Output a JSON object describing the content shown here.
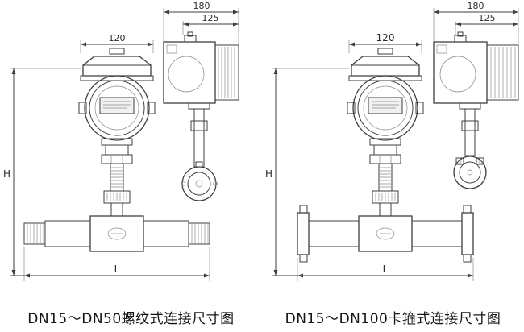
{
  "figures": {
    "left": {
      "caption": "DN15～DN50螺纹式连接尺寸图",
      "dim_main_width": "120",
      "dim_side_width": "180",
      "dim_side_inner_width": "125",
      "dim_height": "H",
      "dim_length": "L"
    },
    "right": {
      "caption": "DN15～DN100卡箍式连接尺寸图",
      "dim_main_width": "120",
      "dim_side_width": "180",
      "dim_side_inner_width": "125",
      "dim_height": "H",
      "dim_length": "L"
    }
  }
}
